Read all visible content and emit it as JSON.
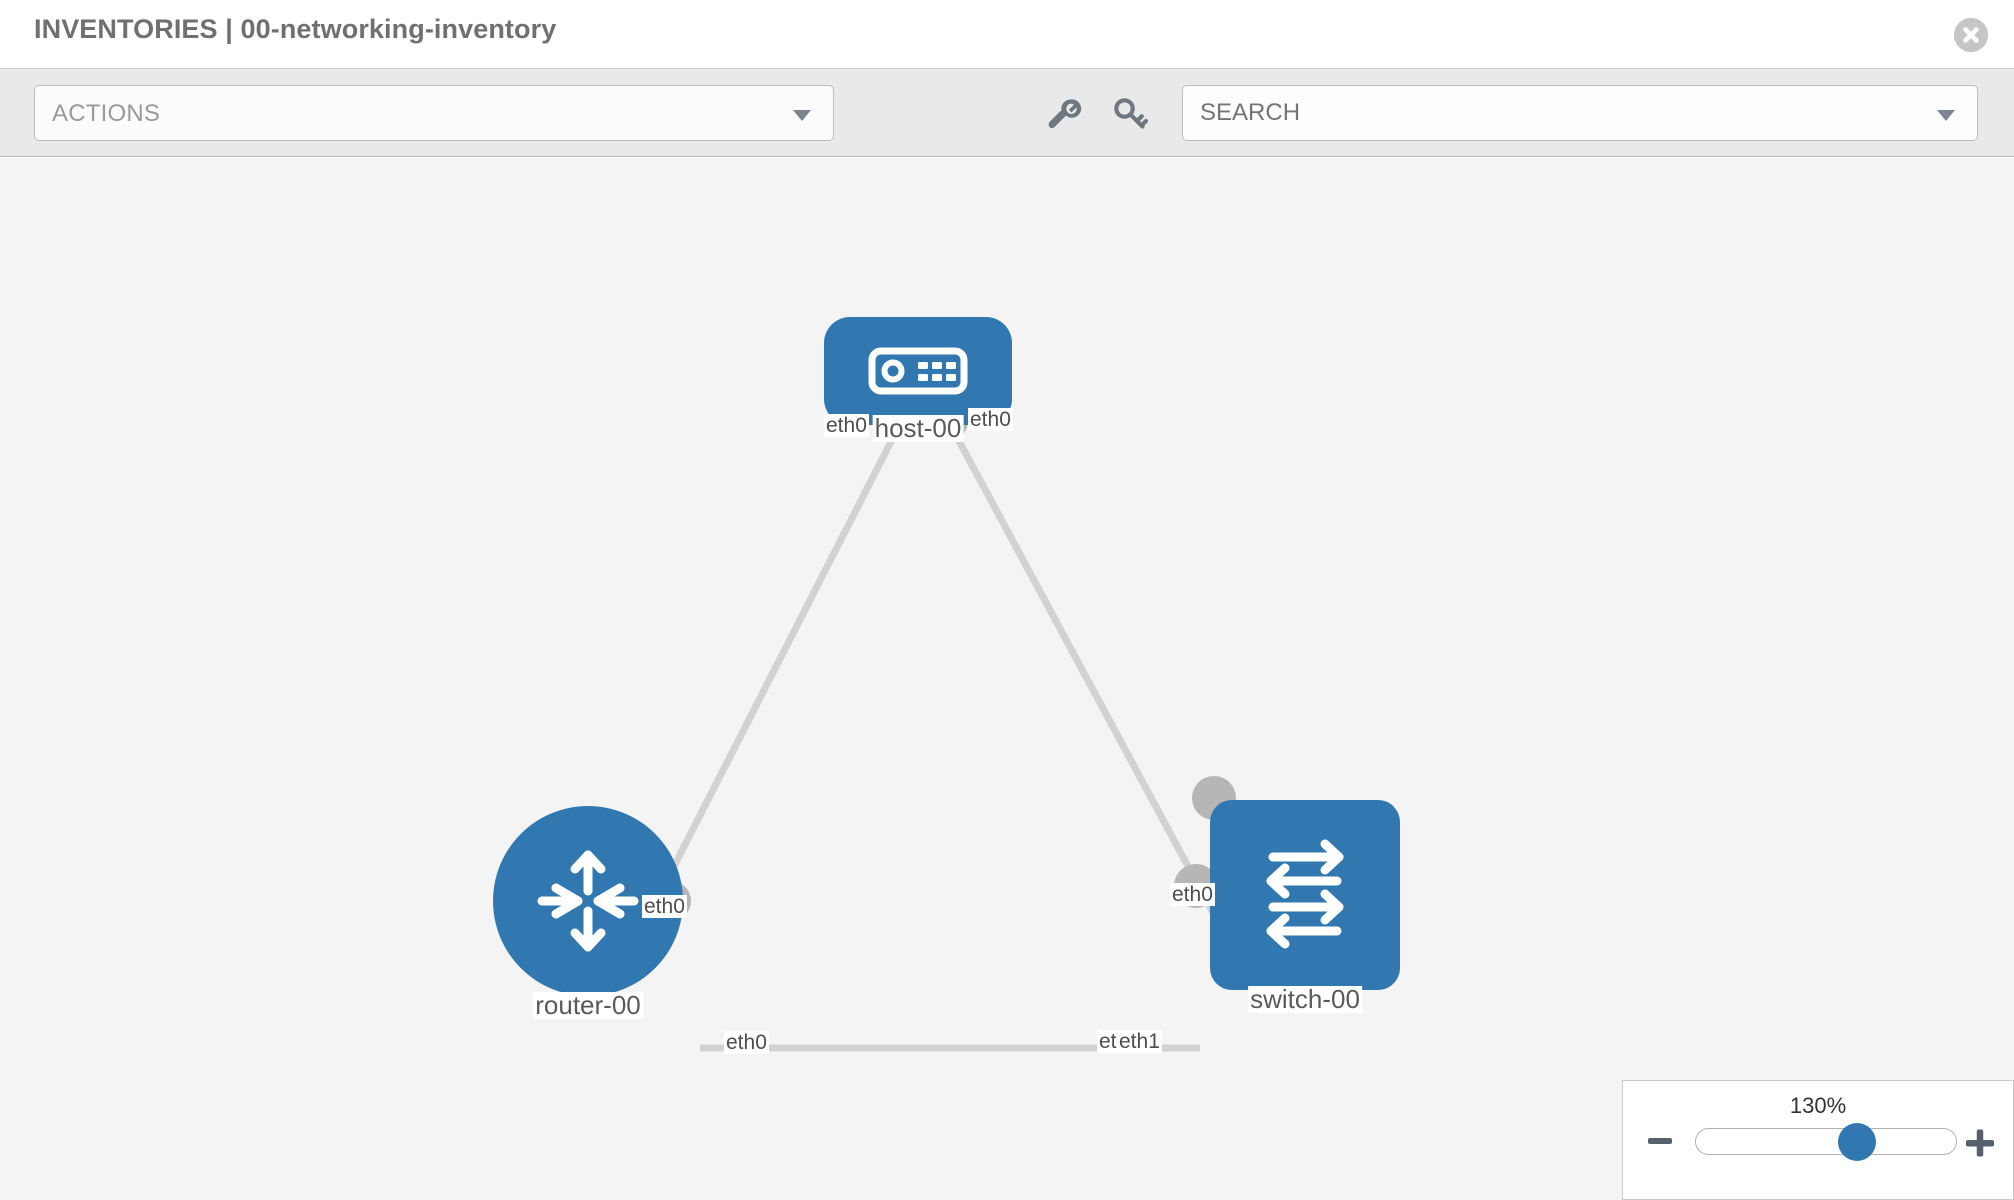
{
  "header": {
    "title": "INVENTORIES | 00-networking-inventory",
    "close_icon": "close-circle-icon"
  },
  "toolbar": {
    "actions_label": "ACTIONS",
    "actions_caret_icon": "chevron-down-icon",
    "wrench_icon": "wrench-icon",
    "key_icon": "key-icon",
    "search_placeholder": "SEARCH",
    "search_value": "",
    "search_caret_icon": "chevron-down-icon"
  },
  "topology": {
    "nodes": [
      {
        "id": "host-00",
        "label": "host-00",
        "icon": "server-icon",
        "shape": "rounded-rect",
        "color": "#3278b0"
      },
      {
        "id": "router-00",
        "label": "router-00",
        "icon": "router-icon",
        "shape": "circle",
        "color": "#3278b0"
      },
      {
        "id": "switch-00",
        "label": "switch-00",
        "icon": "switch-icon",
        "shape": "rounded-square",
        "color": "#3278b0"
      }
    ],
    "interface_labels": [
      {
        "id": "host-left",
        "text": "eth0"
      },
      {
        "id": "host-right",
        "text": "eth0"
      },
      {
        "id": "router-up",
        "text": "eth0"
      },
      {
        "id": "switch-up",
        "text": "eth0"
      },
      {
        "id": "router-right",
        "text": "eth0"
      },
      {
        "id": "switch-left-a",
        "text": "eth0"
      },
      {
        "id": "switch-left-b",
        "text": "eth1"
      }
    ],
    "links": [
      {
        "from": "host-00",
        "to": "router-00"
      },
      {
        "from": "host-00",
        "to": "switch-00"
      },
      {
        "from": "router-00",
        "to": "switch-00"
      }
    ],
    "link_color": "#d2d2d2",
    "port_color": "#b6b6b6"
  },
  "zoom": {
    "level": "130%",
    "minus_label": "−",
    "plus_label": "+",
    "minus_icon": "minus-icon",
    "plus_icon": "plus-icon",
    "slider_percent": 62
  }
}
